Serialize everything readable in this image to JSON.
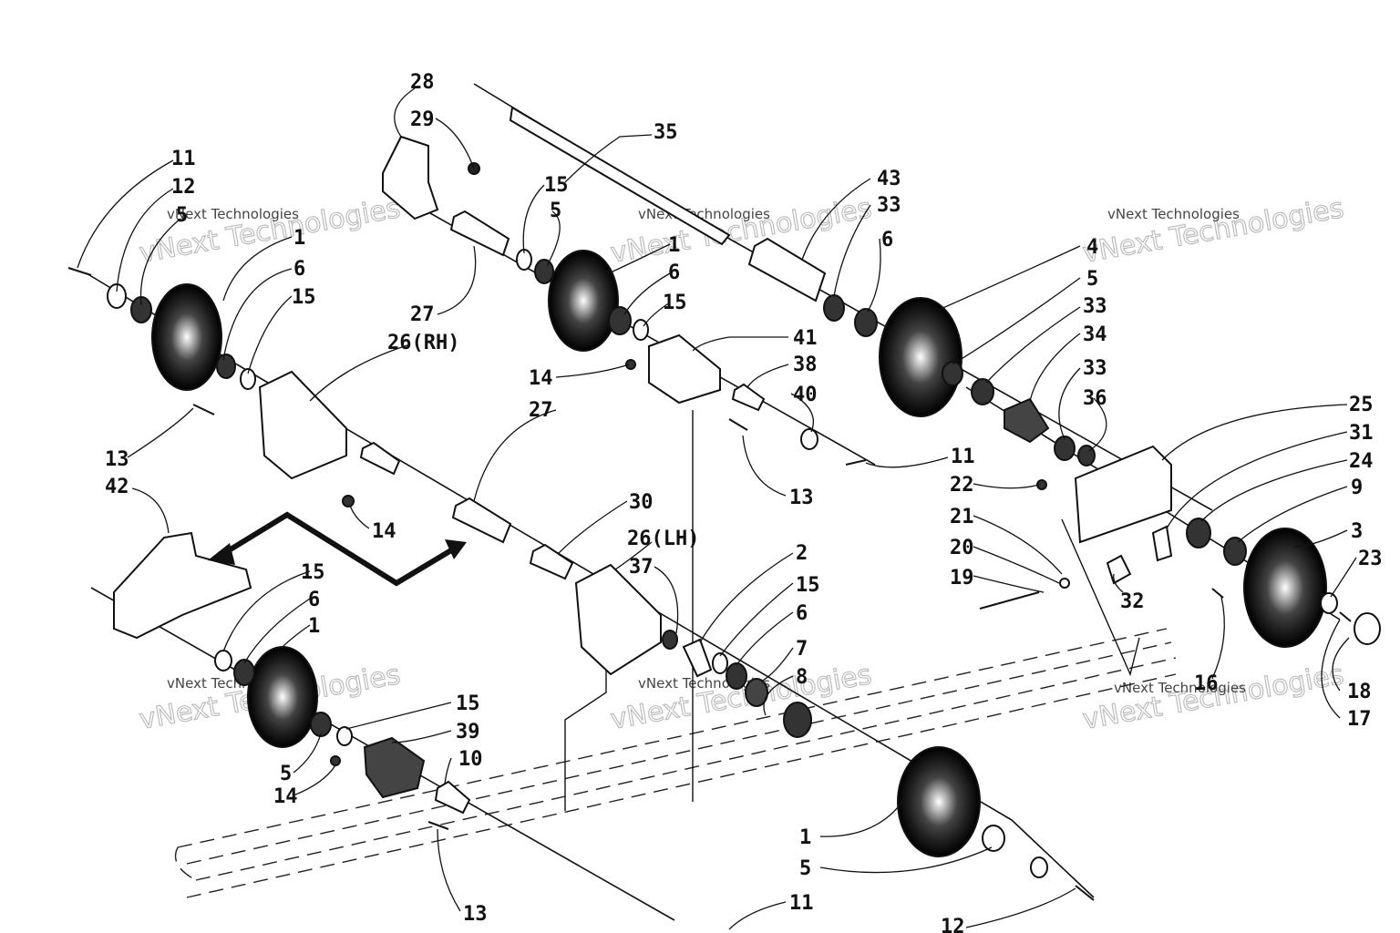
{
  "watermark": {
    "small": "vNext Technologies",
    "big": "vNext Technologies"
  },
  "labels": {
    "c28": "28",
    "c29": "29",
    "c35": "35",
    "c11a": "11",
    "c12a": "12",
    "c5a": "5",
    "c1a": "1",
    "c6a": "6",
    "c15a": "15",
    "c26rh": "26(RH)",
    "c27a": "27",
    "c15b": "15",
    "c5b": "5",
    "c1b": "1",
    "c6b": "6",
    "c15c": "15",
    "c43": "43",
    "c33a": "33",
    "c6c": "6",
    "c4": "4",
    "c5c": "5",
    "c33b": "33",
    "c34": "34",
    "c33c": "33",
    "c36": "36",
    "c25": "25",
    "c31": "31",
    "c24": "24",
    "c9": "9",
    "c3": "3",
    "c23": "23",
    "c41": "41",
    "c14a": "14",
    "c38": "38",
    "c40": "40",
    "c11b": "11",
    "c27b": "27",
    "c13a": "13",
    "c13b": "13",
    "c42": "42",
    "c14b": "14",
    "c30": "30",
    "c26lh": "26(LH)",
    "c37": "37",
    "c2": "2",
    "c15d": "15",
    "c6d": "6",
    "c7": "7",
    "c8": "8",
    "c22": "22",
    "c21": "21",
    "c20": "20",
    "c19": "19",
    "c32": "32",
    "c16": "16",
    "c18": "18",
    "c17": "17",
    "c15e": "15",
    "c6e": "6",
    "c1c": "1",
    "c15f": "15",
    "c39": "39",
    "c10": "10",
    "c5d": "5",
    "c14c": "14",
    "c13c": "13",
    "c1d": "1",
    "c5e": "5",
    "c11c": "11",
    "c12b": "12"
  }
}
